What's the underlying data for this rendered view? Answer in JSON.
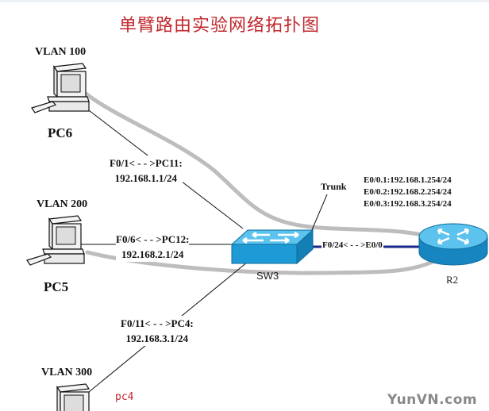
{
  "title": "单臂路由实验网络拓扑图",
  "hosts": [
    {
      "name": "PC6",
      "vlan": "VLAN 100",
      "link_port": "F0/1< - - >PC11:",
      "link_ip": "192.168.1.1/24"
    },
    {
      "name": "PC5",
      "vlan": "VLAN 200",
      "link_port": "F0/6< - - >PC12:",
      "link_ip": "192.168.2.1/24"
    },
    {
      "name": "pc4",
      "vlan": "VLAN 300",
      "link_port": "F0/11< - - >PC4:",
      "link_ip": "192.168.3.1/24"
    }
  ],
  "switch": {
    "name": "SW3",
    "color": "#1e9bd7"
  },
  "router": {
    "name": "R2",
    "color": "#1e9bd7",
    "subinterfaces": [
      "E0/0.1:192.168.1.254/24",
      "E0/0.2:192.168.2.254/24",
      "E0/0.3:192.168.3.254/24"
    ]
  },
  "uplink": {
    "label": "F0/24< - - >E0/0",
    "type": "Trunk",
    "color": "#1a2a8c"
  },
  "watermark": "YunVN.com",
  "colors": {
    "title": "#c0282e",
    "flow": "#b8b8b8"
  }
}
